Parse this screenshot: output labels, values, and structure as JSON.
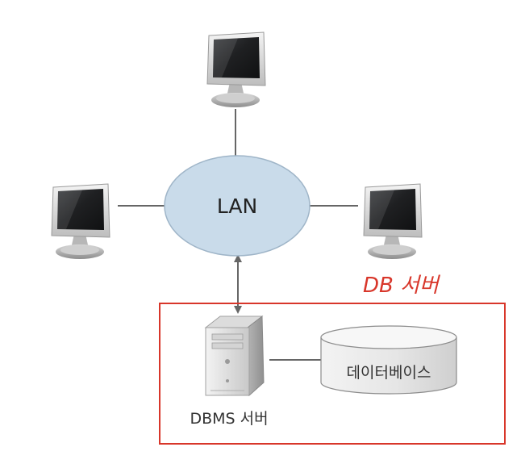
{
  "lan": {
    "label": "LAN",
    "fill": "#c9dbea",
    "stroke": "#9fb5c8"
  },
  "db_server_box": {
    "label": "DB 서버",
    "color": "#d8362a"
  },
  "dbms_server": {
    "label": "DBMS 서버",
    "icon": "server-tower-icon"
  },
  "database": {
    "label": "데이터베이스",
    "icon": "database-cylinder-icon"
  },
  "clients": [
    {
      "icon": "monitor-icon"
    },
    {
      "icon": "monitor-icon"
    },
    {
      "icon": "monitor-icon"
    }
  ],
  "colors": {
    "connector": "#666666",
    "label_text": "#333333"
  }
}
